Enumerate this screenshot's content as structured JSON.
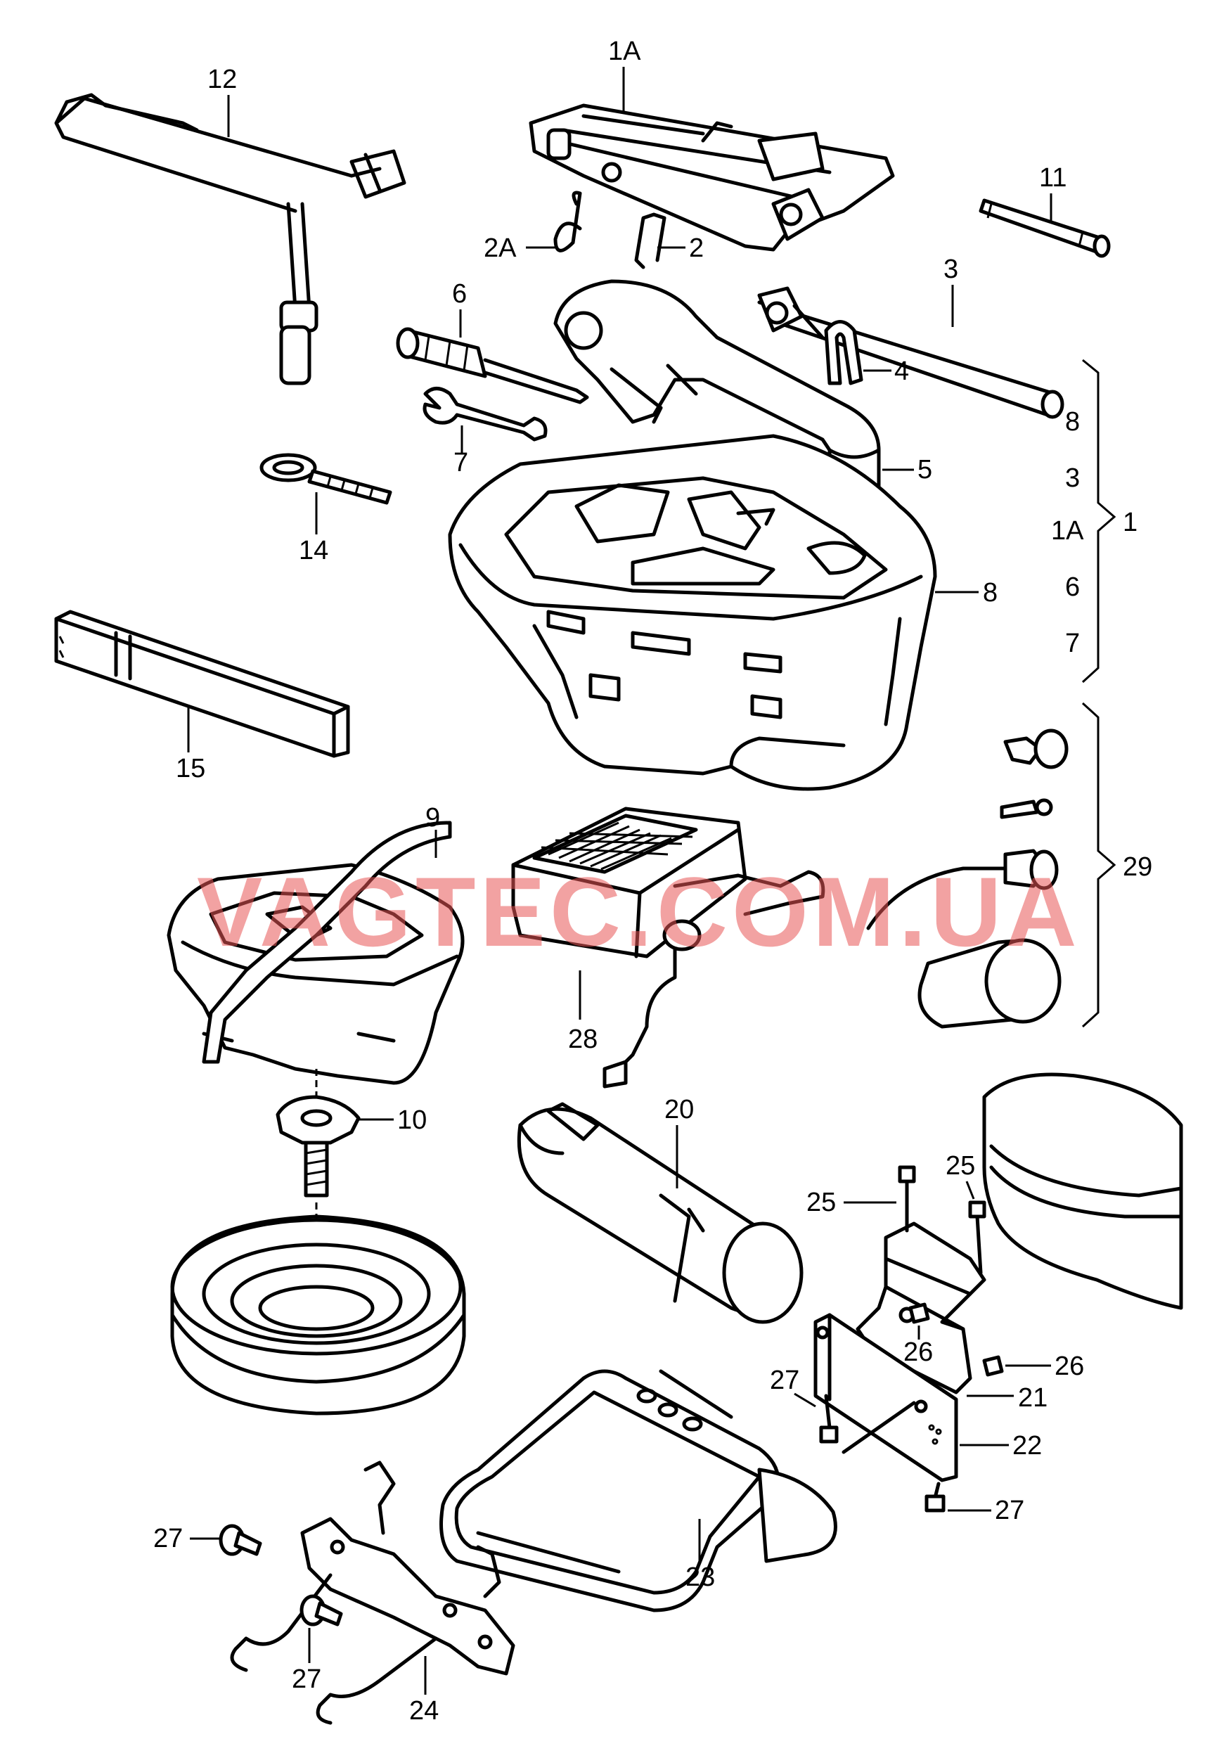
{
  "watermark": "VAGTEC.COM.UA",
  "callouts": {
    "c1A_top": "1A",
    "c12": "12",
    "c11": "11",
    "c2A": "2A",
    "c2": "2",
    "c3_top": "3",
    "c6_top": "6",
    "c4": "4",
    "c7_top": "7",
    "c5": "5",
    "c14": "14",
    "c8_right": "8",
    "c15": "15",
    "c9": "9",
    "c28": "28",
    "c10": "10",
    "c20": "20",
    "c25a": "25",
    "c25b": "25",
    "c26a": "26",
    "c26b": "26",
    "c21": "21",
    "c27a": "27",
    "c22": "22",
    "c27b": "27",
    "c23": "23",
    "c27c": "27",
    "c27d": "27",
    "c24": "24",
    "c29": "29"
  },
  "kit_1": {
    "label": "1",
    "items": [
      "8",
      "3",
      "1A",
      "6",
      "7"
    ]
  }
}
